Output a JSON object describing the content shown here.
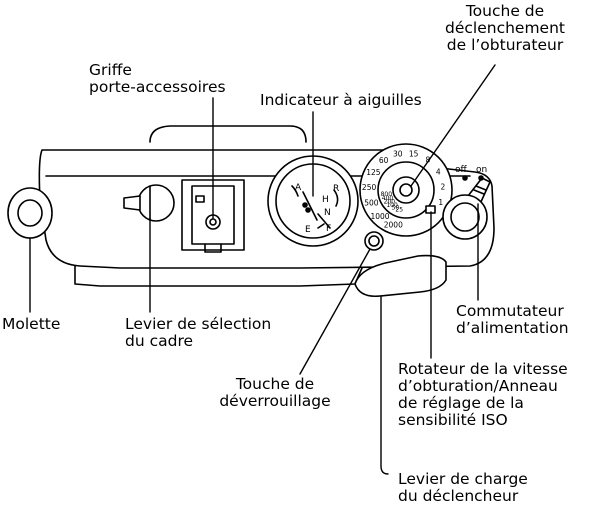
{
  "labels": {
    "shutter_button": [
      "Touche de",
      "déclenchement",
      "de l’obturateur"
    ],
    "accessory_shoe": [
      "Griffe",
      "porte-accessoires"
    ],
    "needle_indicator": [
      "Indicateur à aiguilles"
    ],
    "wheel": [
      "Molette"
    ],
    "frame_selector": [
      "Levier de sélection",
      "du cadre"
    ],
    "power_switch": [
      "Commutateur",
      "d’alimentation"
    ],
    "release_button": [
      "Touche de",
      "déverrouillage"
    ],
    "shutter_speed_dial": [
      "Rotateur de la vitesse",
      "d’obturation/Anneau",
      "de réglage de la",
      "sensibilité ISO"
    ],
    "shutter_charge_lever": [
      "Levier de charge",
      "du déclencheur"
    ]
  },
  "switch_marks": {
    "off": "off",
    "on": "on"
  },
  "gauge_marks": {
    "a": "A",
    "r": "R",
    "h": "H",
    "n": "N",
    "e": "E",
    "f": "F"
  },
  "dial_numbers": [
    "1",
    "2",
    "4",
    "8",
    "15",
    "30",
    "60",
    "125",
    "250",
    "500",
    "1000",
    "2000"
  ],
  "iso_numbers": [
    "25",
    "50",
    "100",
    "200",
    "400",
    "800"
  ],
  "colors": {
    "stroke": "#000000",
    "fill": "#ffffff"
  }
}
